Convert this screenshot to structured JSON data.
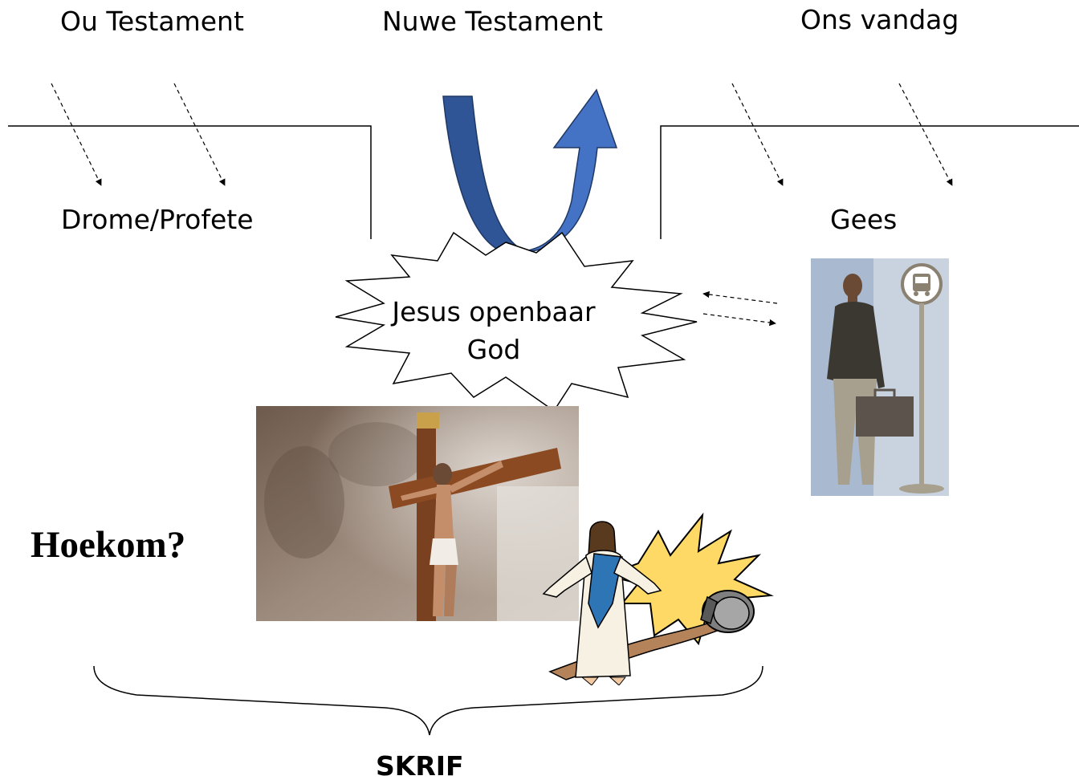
{
  "eras": {
    "old_testament": "Ou Testament",
    "new_testament": "Nuwe Testament",
    "today": "Ons vandag"
  },
  "left_label": "Drome/Profete",
  "right_label": "Gees",
  "center_burst": {
    "line1": "Jesus openbaar",
    "line2": "God"
  },
  "question": "Hoekom?",
  "bottom_label": "SKRIF",
  "colors": {
    "arrow_dark": "#2f5597",
    "arrow_light": "#4472c4",
    "line": "#000000",
    "sign_bg": "#c9d3e0",
    "burst_yellow": "#ffd966"
  },
  "images": {
    "crucifix": "crucifix-photo",
    "risen_christ": "risen-christ-clipart",
    "commuter": "person-at-bus-stop-clipart",
    "bus_sign": "bus-stop-icon"
  }
}
